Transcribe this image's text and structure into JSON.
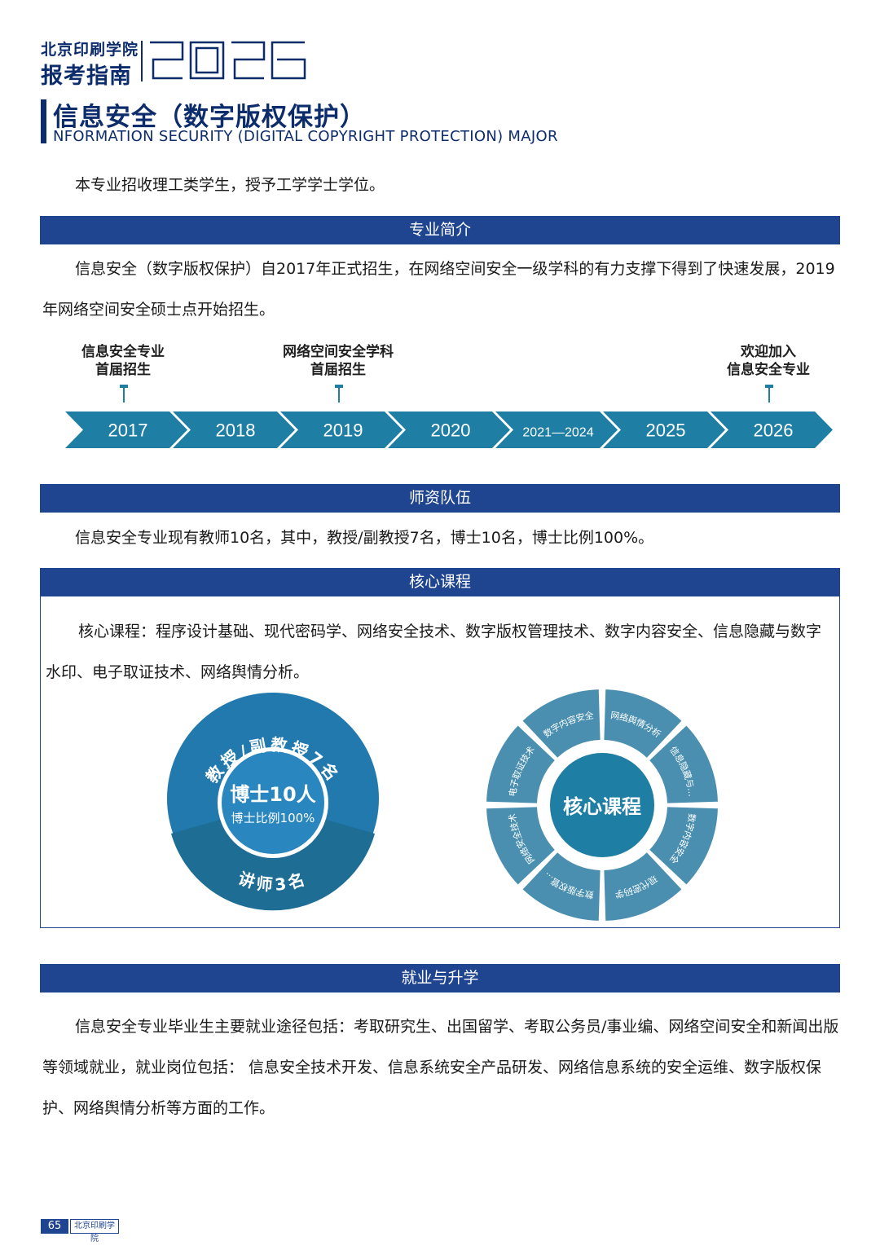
{
  "header": {
    "school_name": "北京印刷学院",
    "guide_title": "报考指南",
    "year": "2026"
  },
  "title": {
    "cn": "信息安全（数字版权保护）",
    "en": "NFORMATION SECURITY (DIGITAL COPYRIGHT PROTECTION) MAJOR"
  },
  "intro": "本专业招收理工类学生，授予工学学士学位。",
  "sections": {
    "profile": {
      "heading": "专业简介",
      "text": "信息安全（数字版权保护）自2017年正式招生，在网络空间安全一级学科的有力支撑下得到了快速发展，2019年网络空间安全硕士点开始招生。"
    },
    "faculty": {
      "heading": "师资队伍",
      "text": "信息安全专业现有教师10名，其中，教授/副教授7名，博士10名，博士比例100%。"
    },
    "courses": {
      "heading": "核心课程",
      "text": "核心课程：程序设计基础、现代密码学、网络安全技术、数字版权管理技术、数字内容安全、信息隐藏与数字水印、电子取证技术、网络舆情分析。"
    },
    "career": {
      "heading": "就业与升学",
      "text": "信息安全专业毕业生主要就业途径包括：考取研究生、出国留学、考取公务员/事业编、网络空间安全和新闻出版等领域就业，就业岗位包括： 信息安全技术开发、信息系统安全产品研发、网络信息系统的安全运维、数字版权保护、网络舆情分析等方面的工作。"
    }
  },
  "timeline": {
    "steps": [
      "2017",
      "2018",
      "2019",
      "2020",
      "2021—2024",
      "2025",
      "2026"
    ],
    "milestones": [
      {
        "line1": "信息安全专业",
        "line2": "首届招生"
      },
      {
        "line1": "网络空间安全学科",
        "line2": "首届招生"
      },
      {
        "line1": "欢迎加入",
        "line2": "信息安全专业"
      }
    ],
    "arrow_color": "#1f7ea3"
  },
  "faculty_ring": {
    "outer_label": "教授/副教授7名",
    "lower_label": "讲师3名",
    "center_main": "博士10人",
    "center_sub": "博士比例100%",
    "colors": {
      "upper": "#2279ae",
      "lower": "#1d6d95",
      "center_fill": "#2a86bf"
    }
  },
  "course_ring": {
    "center": "核心课程",
    "segments": [
      "网络舆情分析",
      "信息隐藏与…",
      "数字内容安全",
      "现代密码学",
      "数字版权管…",
      "网络安全技术",
      "电子取证技术",
      "数字内容安全"
    ],
    "colors": {
      "ring": "#4a8fb0",
      "center": "#1f7ea3"
    }
  },
  "footer": {
    "page": "65",
    "school": "北京印刷学院"
  }
}
